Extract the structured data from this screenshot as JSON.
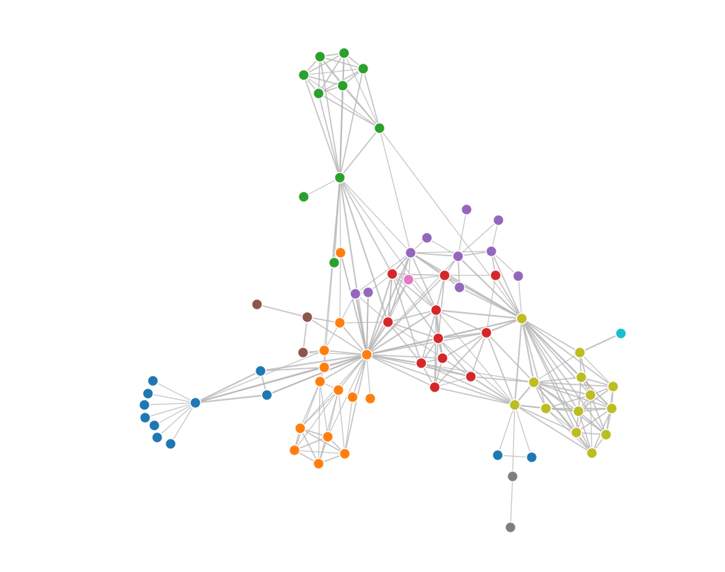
{
  "groups": [
    {
      "id": 1,
      "color": "#2ca02c"
    },
    {
      "id": 2,
      "color": "#ff7f0e"
    },
    {
      "id": 3,
      "color": "#1f77b4"
    },
    {
      "id": 4,
      "color": "#d62728"
    },
    {
      "id": 5,
      "color": "#9467bd"
    },
    {
      "id": 6,
      "color": "#e377c2"
    },
    {
      "id": 7,
      "color": "#8c564b"
    },
    {
      "id": 8,
      "color": "#bcbd22"
    },
    {
      "id": 9,
      "color": "#17becf"
    },
    {
      "id": 10,
      "color": "#7f7f7f"
    }
  ],
  "link_color": "#b5b5b5",
  "node_stroke_color": "#ffffff"
}
